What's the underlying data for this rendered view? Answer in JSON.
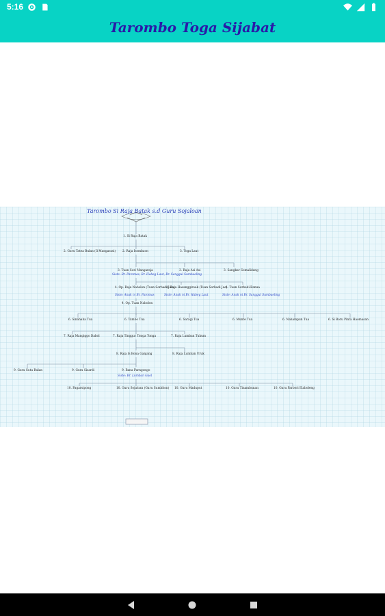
{
  "status_bar": {
    "time": "5:16",
    "icons_left": [
      "gear-icon",
      "sd-card-icon"
    ],
    "icons_right": [
      "wifi-icon",
      "signal-icon",
      "battery-icon"
    ]
  },
  "app_bar": {
    "title": "Tarombo Toga Sijabat"
  },
  "colors": {
    "accent": "#08d3c5",
    "title": "#2a1aa8",
    "tree_background": "#eaf7fb",
    "blue_note": "#2a44c7"
  },
  "tree": {
    "title": "Tarombo Si Raja Batak s.d Guru Sojaloan",
    "nodes": [
      {
        "text": "1. Si Raja Batak",
        "cls": ""
      },
      {
        "text": "2. Guru Tatea Bulan (Il Mangarasi)",
        "cls": ""
      },
      {
        "text": "2. Raja Isombaon",
        "cls": ""
      },
      {
        "text": "3. Toga Laut",
        "cls": ""
      },
      {
        "text": "3. Tuan Sori Mangaraja",
        "cls": ""
      },
      {
        "text": "Siste: Br. Paromas, Br. Habeg Laut, Br. Sanggul Sumbaeling",
        "cls": "blue"
      },
      {
        "text": "3. Raja Asi Asi",
        "cls": ""
      },
      {
        "text": "3. Sangkar Somalidang",
        "cls": ""
      },
      {
        "text": "4. Op. Raja Nabolon (Tuan Sorbadi Jolo)",
        "cls": ""
      },
      {
        "text": "Siste: Anak ni Br. Paromas",
        "cls": "blue"
      },
      {
        "text": "4. Raja Hasanggiroak (Tuan Sorbadi Jae)",
        "cls": ""
      },
      {
        "text": "Siste: Anak ni Br. Habeg Laut",
        "cls": "blue"
      },
      {
        "text": "4. Tuan Sorbadi Banua",
        "cls": ""
      },
      {
        "text": "Siste: Anak ni Br. Sanggul Sumbaeling",
        "cls": "blue"
      },
      {
        "text": "4. Op. Tuan Nabolon",
        "cls": ""
      },
      {
        "text": "6. Sinahaha Tua",
        "cls": ""
      },
      {
        "text": "6. Tambo Tua",
        "cls": ""
      },
      {
        "text": "6. Saragi Tua",
        "cls": ""
      },
      {
        "text": "6. Munte Tua",
        "cls": ""
      },
      {
        "text": "6. Nahampun Tua",
        "cls": ""
      },
      {
        "text": "6. Si Boru Pinta Haomasan",
        "cls": ""
      },
      {
        "text": "7. Raja Mangiggo Dabol",
        "cls": ""
      },
      {
        "text": "7. Raja Tinggur Tonga Tonga",
        "cls": ""
      },
      {
        "text": "7. Raja Lumban Tuhum",
        "cls": ""
      },
      {
        "text": "8. Raja Is Bona Ganjang",
        "cls": ""
      },
      {
        "text": "8. Raja Lumban Uruk",
        "cls": ""
      },
      {
        "text": "9. Guru Sutu Bulan",
        "cls": ""
      },
      {
        "text": "9. Guru Sisardi",
        "cls": ""
      },
      {
        "text": "9. Bana Parngongo",
        "cls": ""
      },
      {
        "text": "Siste: Br. Lumban Gaol",
        "cls": "blue"
      },
      {
        "text": "10. Pagarsipong",
        "cls": ""
      },
      {
        "text": "10. Guru Sojaloan (Guru Sumbiton)",
        "cls": ""
      },
      {
        "text": "10. Guru Maduput",
        "cls": ""
      },
      {
        "text": "10. Guru Tinambunan",
        "cls": ""
      },
      {
        "text": "10. Guru Parbori Elaboleng",
        "cls": ""
      }
    ]
  }
}
